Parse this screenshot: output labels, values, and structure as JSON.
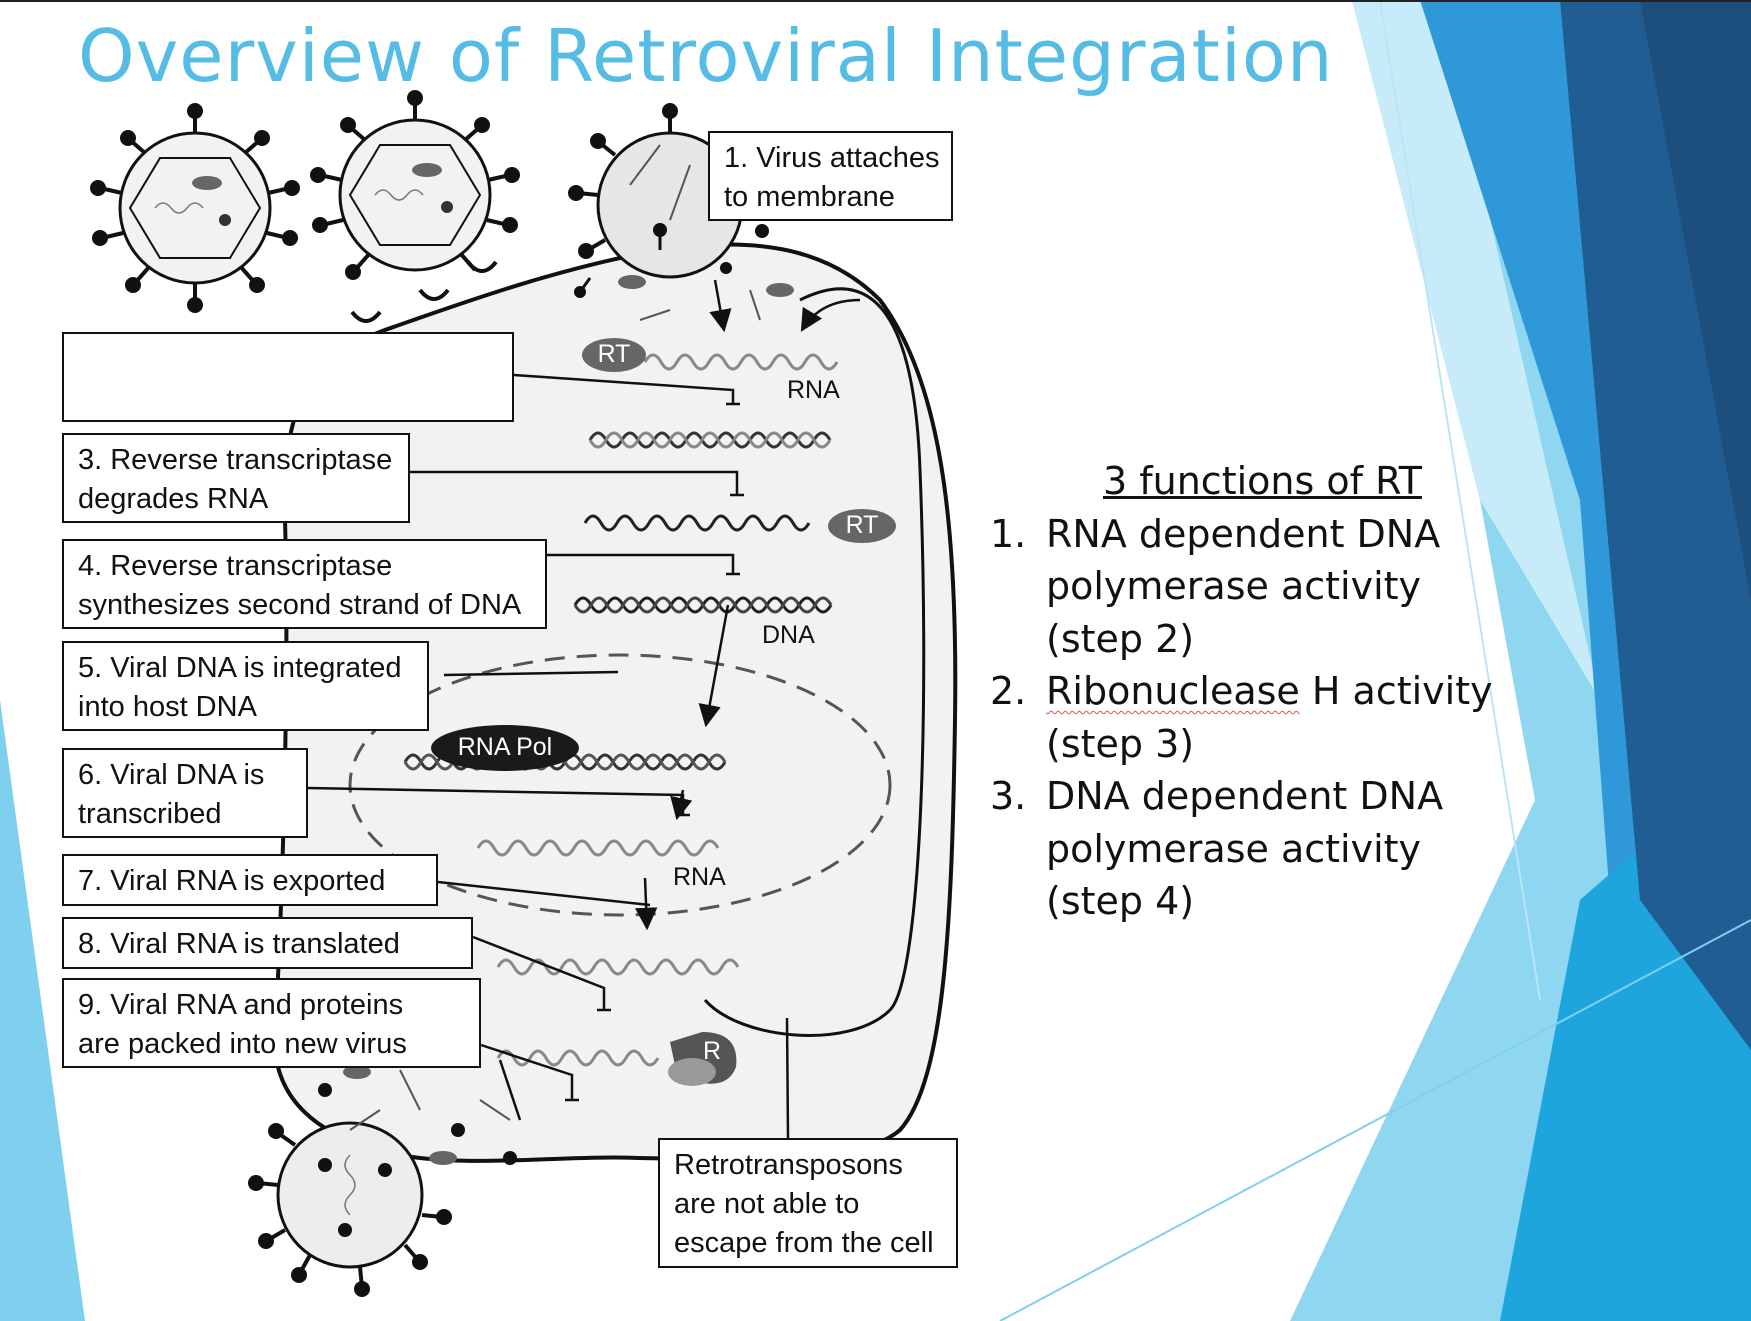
{
  "title": "Overview of Retroviral Integration",
  "steps": {
    "step1": [
      "1. Virus attaches",
      "to membrane"
    ],
    "step3": [
      "3. Reverse transcriptase",
      "degrades RNA"
    ],
    "step4": [
      "4. Reverse transcriptase",
      "synthesizes second strand of DNA"
    ],
    "step5": [
      "5. Viral DNA is integrated",
      "into host DNA"
    ],
    "step6": [
      "6. Viral DNA is",
      "transcribed"
    ],
    "step7": [
      "7. Viral RNA is exported"
    ],
    "step8": [
      "8. Viral RNA is translated"
    ],
    "step9": [
      "9. Viral RNA and proteins",
      "are packed into new virus"
    ]
  },
  "retro_note": [
    "Retrotransposons",
    "are not able to",
    "escape from the cell"
  ],
  "labels": {
    "rt_top": "RT",
    "rna_top": "RNA",
    "rt_mid": "RT",
    "dna": "DNA",
    "rna_pol": "RNA Pol",
    "rna_bottom": "RNA",
    "ribosome": "R"
  },
  "rt_functions": {
    "heading": "3 functions of RT",
    "items": [
      {
        "num": "1.",
        "lines": [
          "RNA dependent DNA",
          "polymerase activity",
          "(step 2)"
        ]
      },
      {
        "num": "2.",
        "lines": [
          "Ribonuclease H activity",
          "(step 3)"
        ],
        "underlined_word": "Ribonuclease"
      },
      {
        "num": "3.",
        "lines": [
          "DNA dependent DNA",
          "polymerase activity",
          "(step 4)"
        ]
      }
    ]
  },
  "colors": {
    "title": "#55bce6",
    "light_blue": "#7fd0ef",
    "mid_blue": "#2e8fd1",
    "dark_blue": "#205d93",
    "cell_fill": "#f2f2f2",
    "protein_gray": "#666666"
  }
}
